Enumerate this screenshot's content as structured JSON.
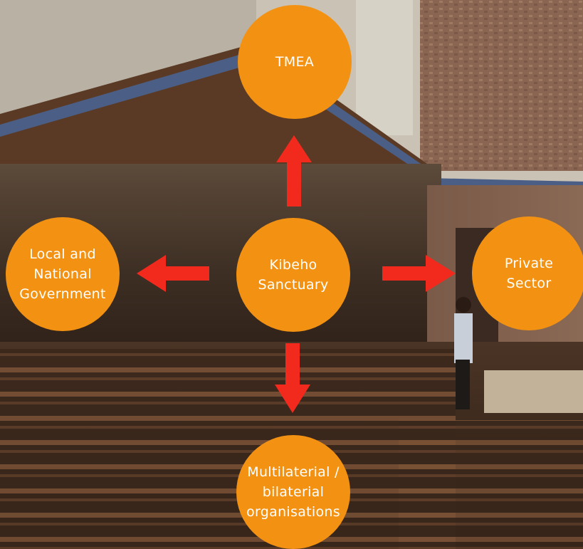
{
  "colors": {
    "node_fill": "#F39212",
    "arrow_fill": "#F22A1D",
    "text": "#FFFFFF"
  },
  "diagram": {
    "center": {
      "label": "Kibeho\nSanctuary"
    },
    "top": {
      "label": "TMEA"
    },
    "left": {
      "label": "Local and\nNational\nGovernment"
    },
    "right": {
      "label": "Private\nSector"
    },
    "bottom": {
      "label": "Multilaterial /\nbilaterial\norganisations"
    }
  },
  "background": {
    "description_icon": "church-interior-photo"
  }
}
